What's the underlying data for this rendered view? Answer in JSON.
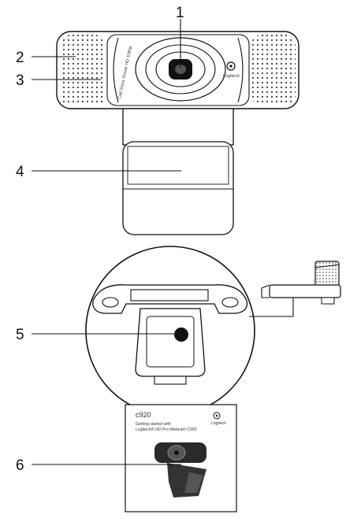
{
  "callouts": [
    "1",
    "2",
    "3",
    "4",
    "5",
    "6"
  ],
  "webcam": {
    "lens_ring_text": "Carl Zeiss Tessar HD 1080p",
    "brand": "Logitech"
  },
  "guide": {
    "model": "c920",
    "line1": "Getting started with",
    "line2": "Logitech® HD Pro Webcam C920",
    "brand": "Logitech"
  }
}
